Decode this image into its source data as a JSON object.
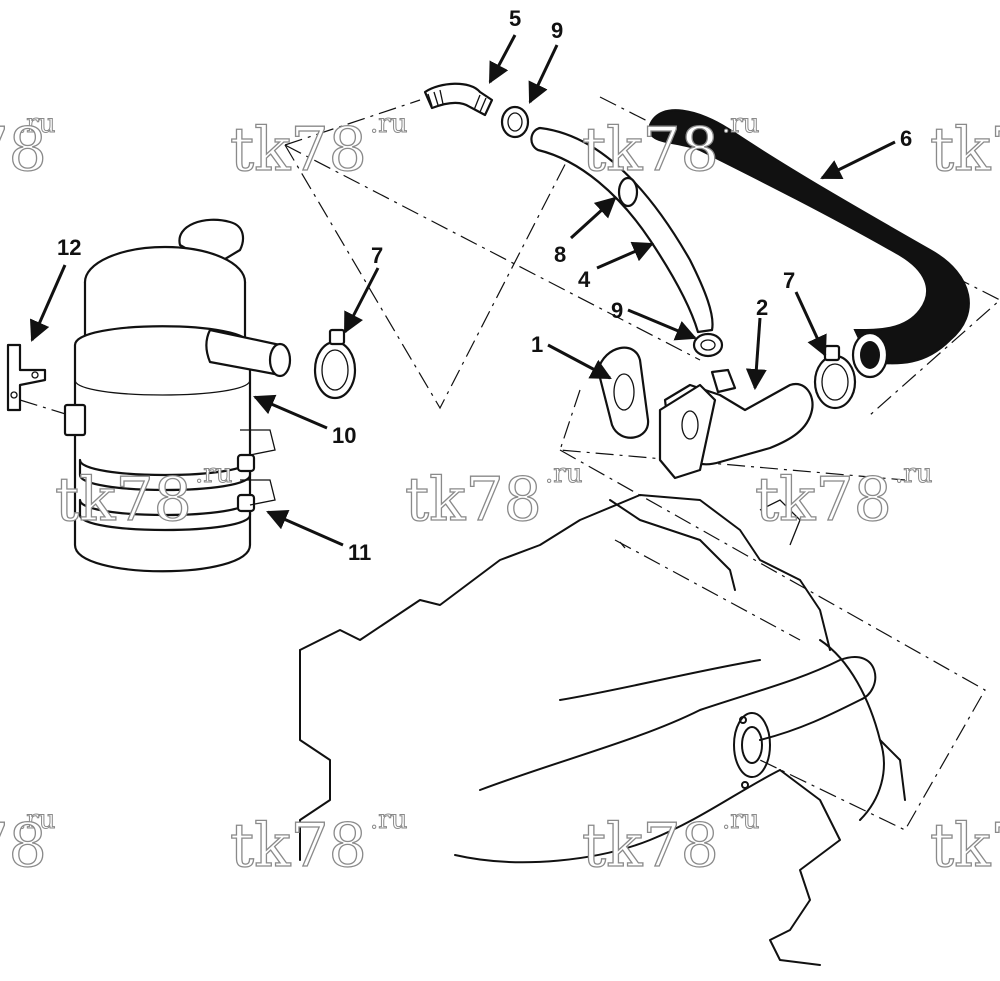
{
  "watermark": {
    "text": "tk78",
    "suffix": ".ru"
  },
  "callouts": {
    "c1": "1",
    "c2": "2",
    "c4": "4",
    "c5": "5",
    "c6": "6",
    "c7a": "7",
    "c7b": "7",
    "c8": "8",
    "c9a": "9",
    "c9b": "9",
    "c10": "10",
    "c11": "11",
    "c12": "12"
  }
}
